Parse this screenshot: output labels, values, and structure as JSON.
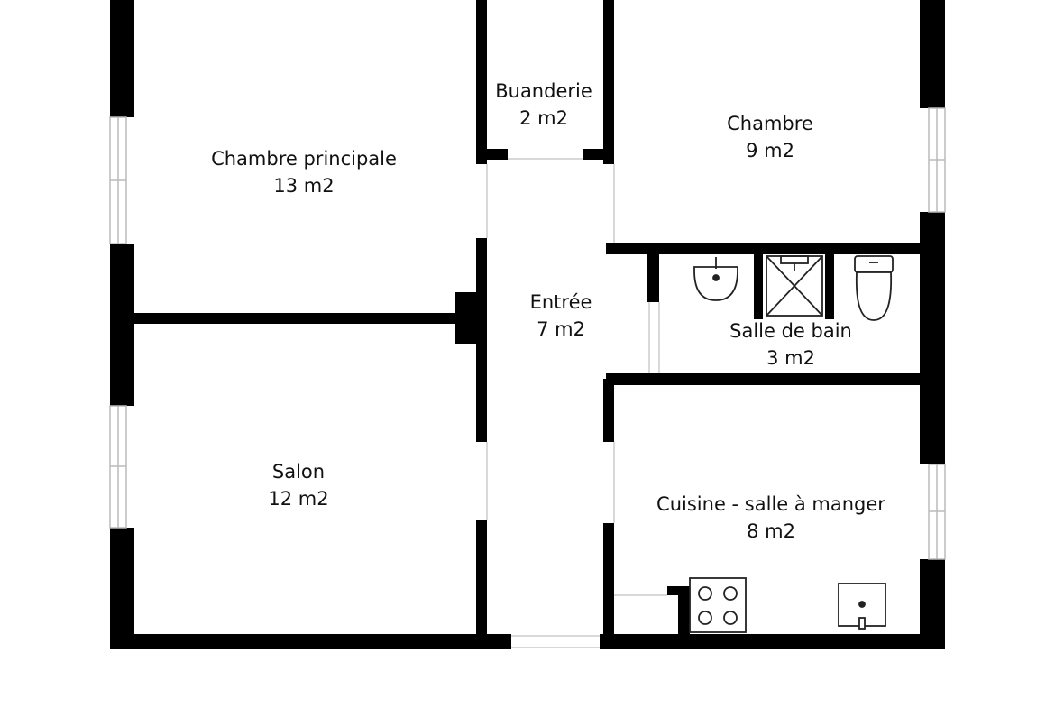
{
  "rooms": {
    "buanderie": {
      "name": "Buanderie",
      "area": "2 m2"
    },
    "chambre": {
      "name": "Chambre",
      "area": "9 m2"
    },
    "chambre_principale": {
      "name": "Chambre principale",
      "area": "13 m2"
    },
    "entree": {
      "name": "Entrée",
      "area": "7 m2"
    },
    "salle_de_bain": {
      "name": "Salle de bain",
      "area": "3 m2"
    },
    "salon": {
      "name": "Salon",
      "area": "12 m2"
    },
    "cuisine": {
      "name": "Cuisine - salle à manger",
      "area": "8 m2"
    }
  },
  "fixtures": [
    "sink-icon",
    "shower-icon",
    "toilet-icon",
    "stove-icon",
    "kitchen-sink-icon"
  ],
  "colors": {
    "wall": "#000000",
    "background": "#ffffff",
    "window": "#d8d8d8"
  }
}
